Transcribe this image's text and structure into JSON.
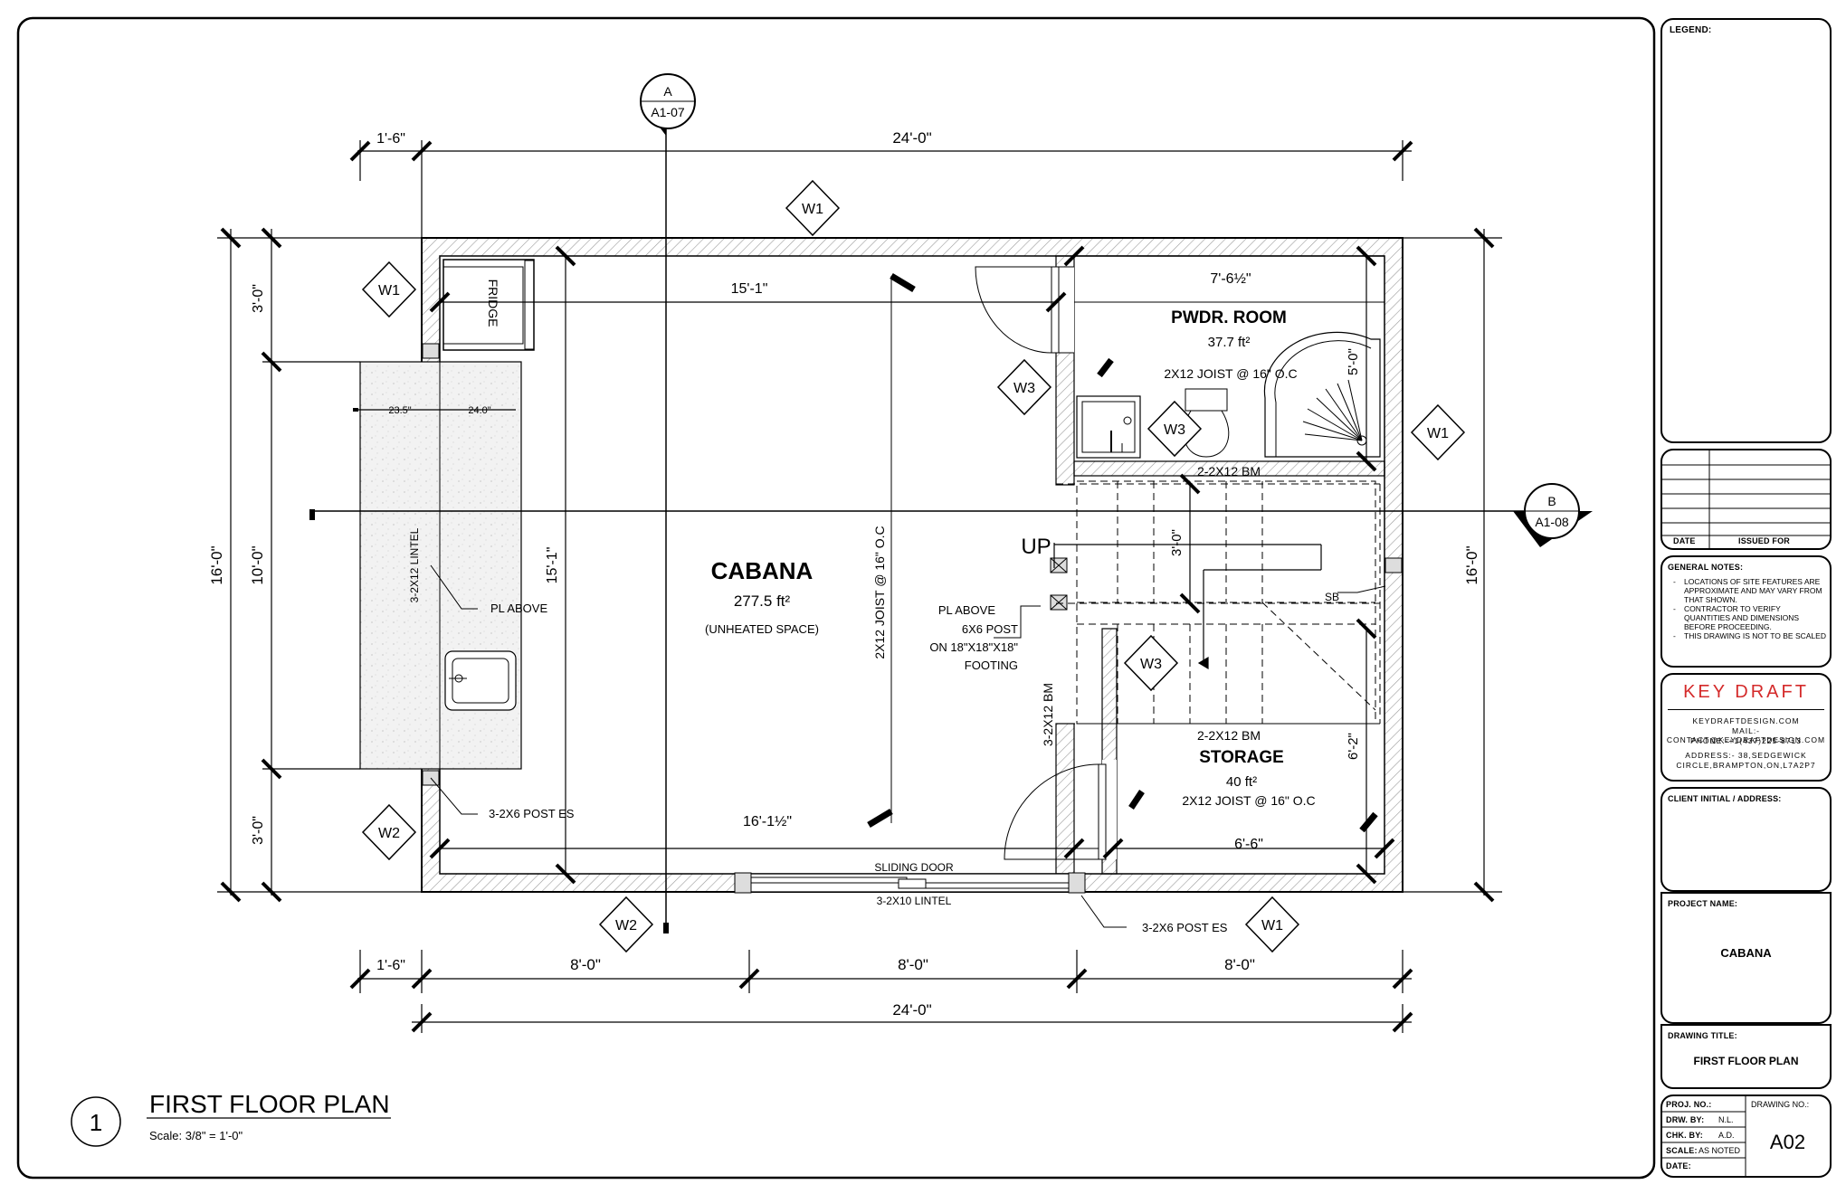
{
  "drawing": {
    "number": "1",
    "title": "FIRST FLOOR PLAN",
    "scale": "Scale: 3/8\" = 1'-0\""
  },
  "rooms": {
    "cabana": {
      "name": "CABANA",
      "area": "277.5 ft²",
      "note": "(UNHEATED SPACE)"
    },
    "powder": {
      "name": "PWDR. ROOM",
      "area": "37.7 ft²"
    },
    "storage": {
      "name": "STORAGE",
      "area": "40 ft²"
    }
  },
  "fixtures": {
    "fridge": "FRIDGE"
  },
  "dimensions": {
    "top_left": "1'-6\"",
    "top_total": "24'-0\"",
    "bottom_left": "1'-6\"",
    "bottom_1": "8'-0\"",
    "bottom_2": "8'-0\"",
    "bottom_3": "8'-0\"",
    "bottom_total": "24'-0\"",
    "left_top": "3'-0\"",
    "left_mid": "10'-0\"",
    "left_bottom": "3'-0\"",
    "left_total": "16'-0\"",
    "right_total": "16'-0\"",
    "cabana_top": "15'-1\"",
    "cabana_bottom": "16'-1½\"",
    "cabana_vertical": "15'-1\"",
    "counter_a": "23.5\"",
    "counter_b": "24.0\"",
    "pwdr_width": "7'-6½\"",
    "pwdr_height": "5'-0\"",
    "stair_height": "3'-0\"",
    "storage_height": "6'-2\"",
    "storage_width": "6'-6\""
  },
  "notes": {
    "joist_cabana": "2X12  JOIST @ 16\" O.C",
    "joist_pwdr": "2X12  JOIST @ 16\" O.C",
    "joist_storage": "2X12  JOIST @ 16\" O.C",
    "beam_pwdr": "2-2X12 BM",
    "beam_storage": "2-2X12 BM",
    "beam_vertical": "3-2X12 BM",
    "lintel_left": "3-2X12 LINTEL",
    "pl_above_left": "PL ABOVE",
    "post_left": "3-2X6 POST ES",
    "pl_above_center": "PL ABOVE",
    "post_6x6": "6X6 POST",
    "footing_size": "ON 18\"X18\"X18\"",
    "footing": "FOOTING",
    "stair_up": "UP",
    "sb": "SB",
    "sliding_door": "SLIDING DOOR",
    "lintel_bottom": "3-2X10 LINTEL",
    "post_bottom": "3-2X6 POST ES"
  },
  "section_markers": {
    "a_letter": "A",
    "a_sheet": "A1-07",
    "b_letter": "B",
    "b_sheet": "A1-08"
  },
  "window_tags": {
    "t1": "W1",
    "t2": "W1",
    "t3": "W3",
    "t4": "W1",
    "t5": "W3",
    "t6": "W3",
    "t7": "W2",
    "t8": "W2",
    "t9": "W1"
  },
  "title_block": {
    "legend_label": "LEGEND:",
    "date_label": "DATE",
    "issued_label": "ISSUED FOR",
    "general_notes_label": "GENERAL NOTES:",
    "general_notes": [
      "LOCATIONS OF SITE FEATURES ARE APPROXIMATE AND MAY VARY FROM THAT SHOWN.",
      "CONTRACTOR TO VERIFY QUANTITIES AND DIMENSIONS BEFORE PROCEEDING.",
      "THIS DRAWING IS NOT TO BE SCALED"
    ],
    "company": "KEY DRAFT",
    "company_web": "KEYDRAFTDESIGN.COM",
    "company_mail": "MAIL:-CONTACT@KEYDRAFTDESIGN.COM",
    "company_phone": "PHONE:-+1(437)225-8713",
    "company_address_1": "ADDRESS:- 38,SEDGEWICK",
    "company_address_2": "CIRCLE,BRAMPTON,ON,L7A2P7",
    "client_label": "CLIENT INITIAL / ADDRESS:",
    "project_label": "PROJECT NAME:",
    "project_name": "CABANA",
    "drawing_title_label": "DRAWING TITLE:",
    "drawing_title": "FIRST FLOOR PLAN",
    "proj_no_label": "PROJ. NO.:",
    "drw_by_label": "DRW. BY:",
    "drw_by": "N.L.",
    "chk_by_label": "CHK. BY:",
    "chk_by": "A.D.",
    "scale_label": "SCALE:",
    "scale_value": "AS NOTED",
    "date_label_2": "DATE:",
    "drawing_no_label": "DRAWING NO.:",
    "drawing_no": "A02"
  },
  "colors": {
    "brand": "#d42a2a",
    "line": "#000000",
    "hatch": "#9a9a9a",
    "counter": "#eeeeee"
  }
}
